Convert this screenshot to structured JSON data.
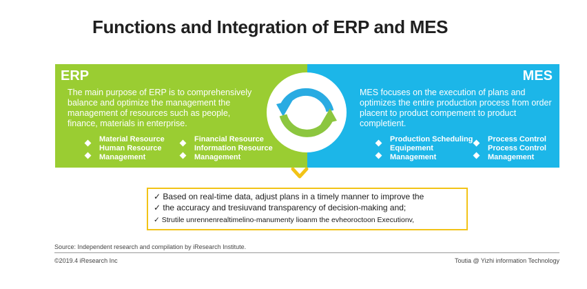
{
  "title": "Functions and Integration of ERP and MES",
  "erp": {
    "title": "ERP",
    "description": "The main purpose of ERP is to comprehensively balance and optimize the management the management of resources such as people, finance, materials in enterprise.",
    "bullets_left": [
      "Material Resource",
      "Human Resource",
      "Management"
    ],
    "bullets_right": [
      "Financial Resource",
      "Information Resource",
      "Management"
    ]
  },
  "mes": {
    "title": "MES",
    "description": "MES focuses on the execution of plans and optimizes the entire production process from order placent to product compement to product completient.",
    "bullets_left": [
      "Production Scheduling",
      "Equipement",
      "Management"
    ],
    "bullets_right": [
      "Process Control",
      "Process Control",
      "Management"
    ]
  },
  "result": {
    "lines": [
      "✓  Based on real-time data, adjust plans in a timely manner to improve the",
      "✓  the accuracy and tresiuvand transparency of decision-making and;",
      "✓  Strutile unrennenrealtimelino-manumenty lioanm the evheoroctoon Executionv,"
    ]
  },
  "footer": {
    "source": "Source: Independent research and compilation by iResearch Institute.",
    "copyright": "©2019.4 iResearch Inc",
    "credit": "Toutia @ Yizhi information Technology"
  },
  "colors": {
    "erp": "#9acd32",
    "mes": "#1cb6e8",
    "accent": "#f2c316",
    "cycle_green": "#8cc63f",
    "cycle_blue": "#29abe2"
  }
}
